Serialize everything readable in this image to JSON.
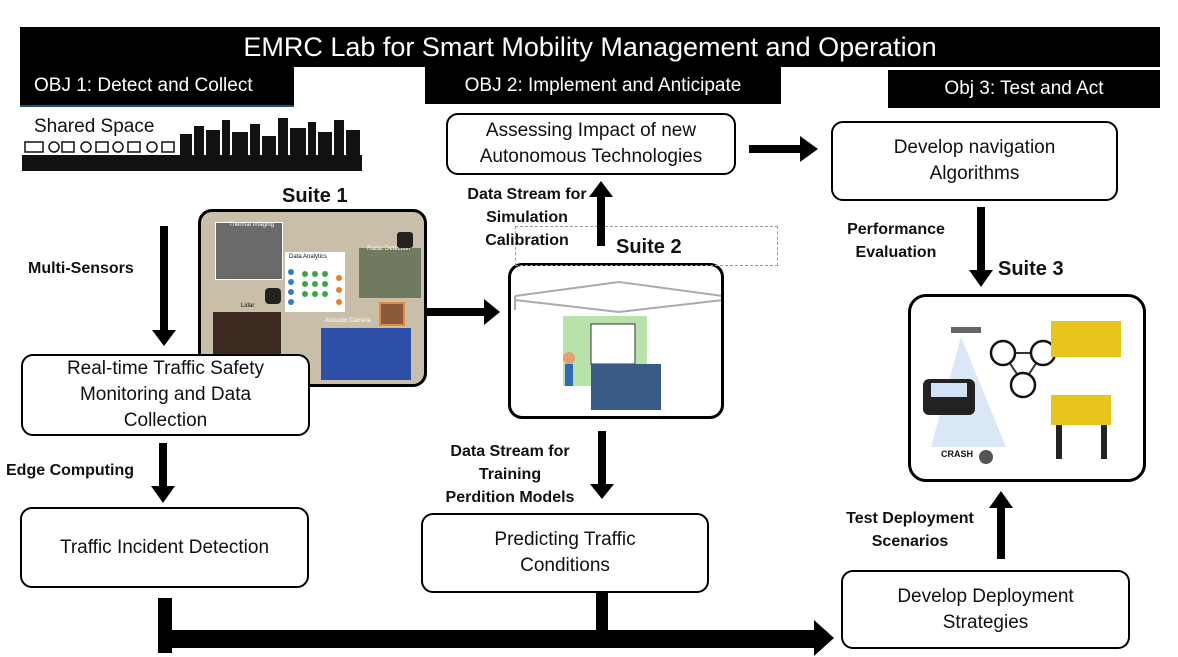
{
  "header": {
    "title": "EMRC Lab for Smart Mobility Management and Operation",
    "obj1": "OBJ 1: Detect and Collect",
    "obj2": "OBJ 2: Implement and Anticipate",
    "obj3": "Obj 3: Test and Act"
  },
  "shared_space": {
    "label": "Shared Space"
  },
  "suites": {
    "suite1": "Suite 1",
    "suite2": "Suite 2",
    "suite3": "Suite 3"
  },
  "suite1_panel": {
    "thermal": "Thermal Imaging",
    "analytics": "Data Analytics",
    "radar": "Radar Detection",
    "lidar": "Lidar",
    "acoustic": "Acoustic Camera"
  },
  "boxes": {
    "realtime": "Real-time Traffic Safety Monitoring and Data Collection",
    "incident": "Traffic Incident Detection",
    "assessing": "Assessing Impact of new Autonomous Technologies",
    "predicting": "Predicting Traffic Conditions",
    "navigation": "Develop navigation Algorithms",
    "deployment": "Develop Deployment Strategies"
  },
  "labels": {
    "multi_sensors": "Multi-Sensors",
    "edge_computing": "Edge Computing",
    "stream_sim_1": "Data Stream for",
    "stream_sim_2": "Simulation",
    "stream_sim_3": "Calibration",
    "stream_train_1": "Data Stream for",
    "stream_train_2": "Training",
    "stream_train_3": "Perdition Models",
    "performance_1": "Performance",
    "performance_2": "Evaluation",
    "test_dep_1": "Test Deployment",
    "test_dep_2": "Scenarios"
  },
  "suite3_panel": {
    "crash": "CRASH"
  }
}
